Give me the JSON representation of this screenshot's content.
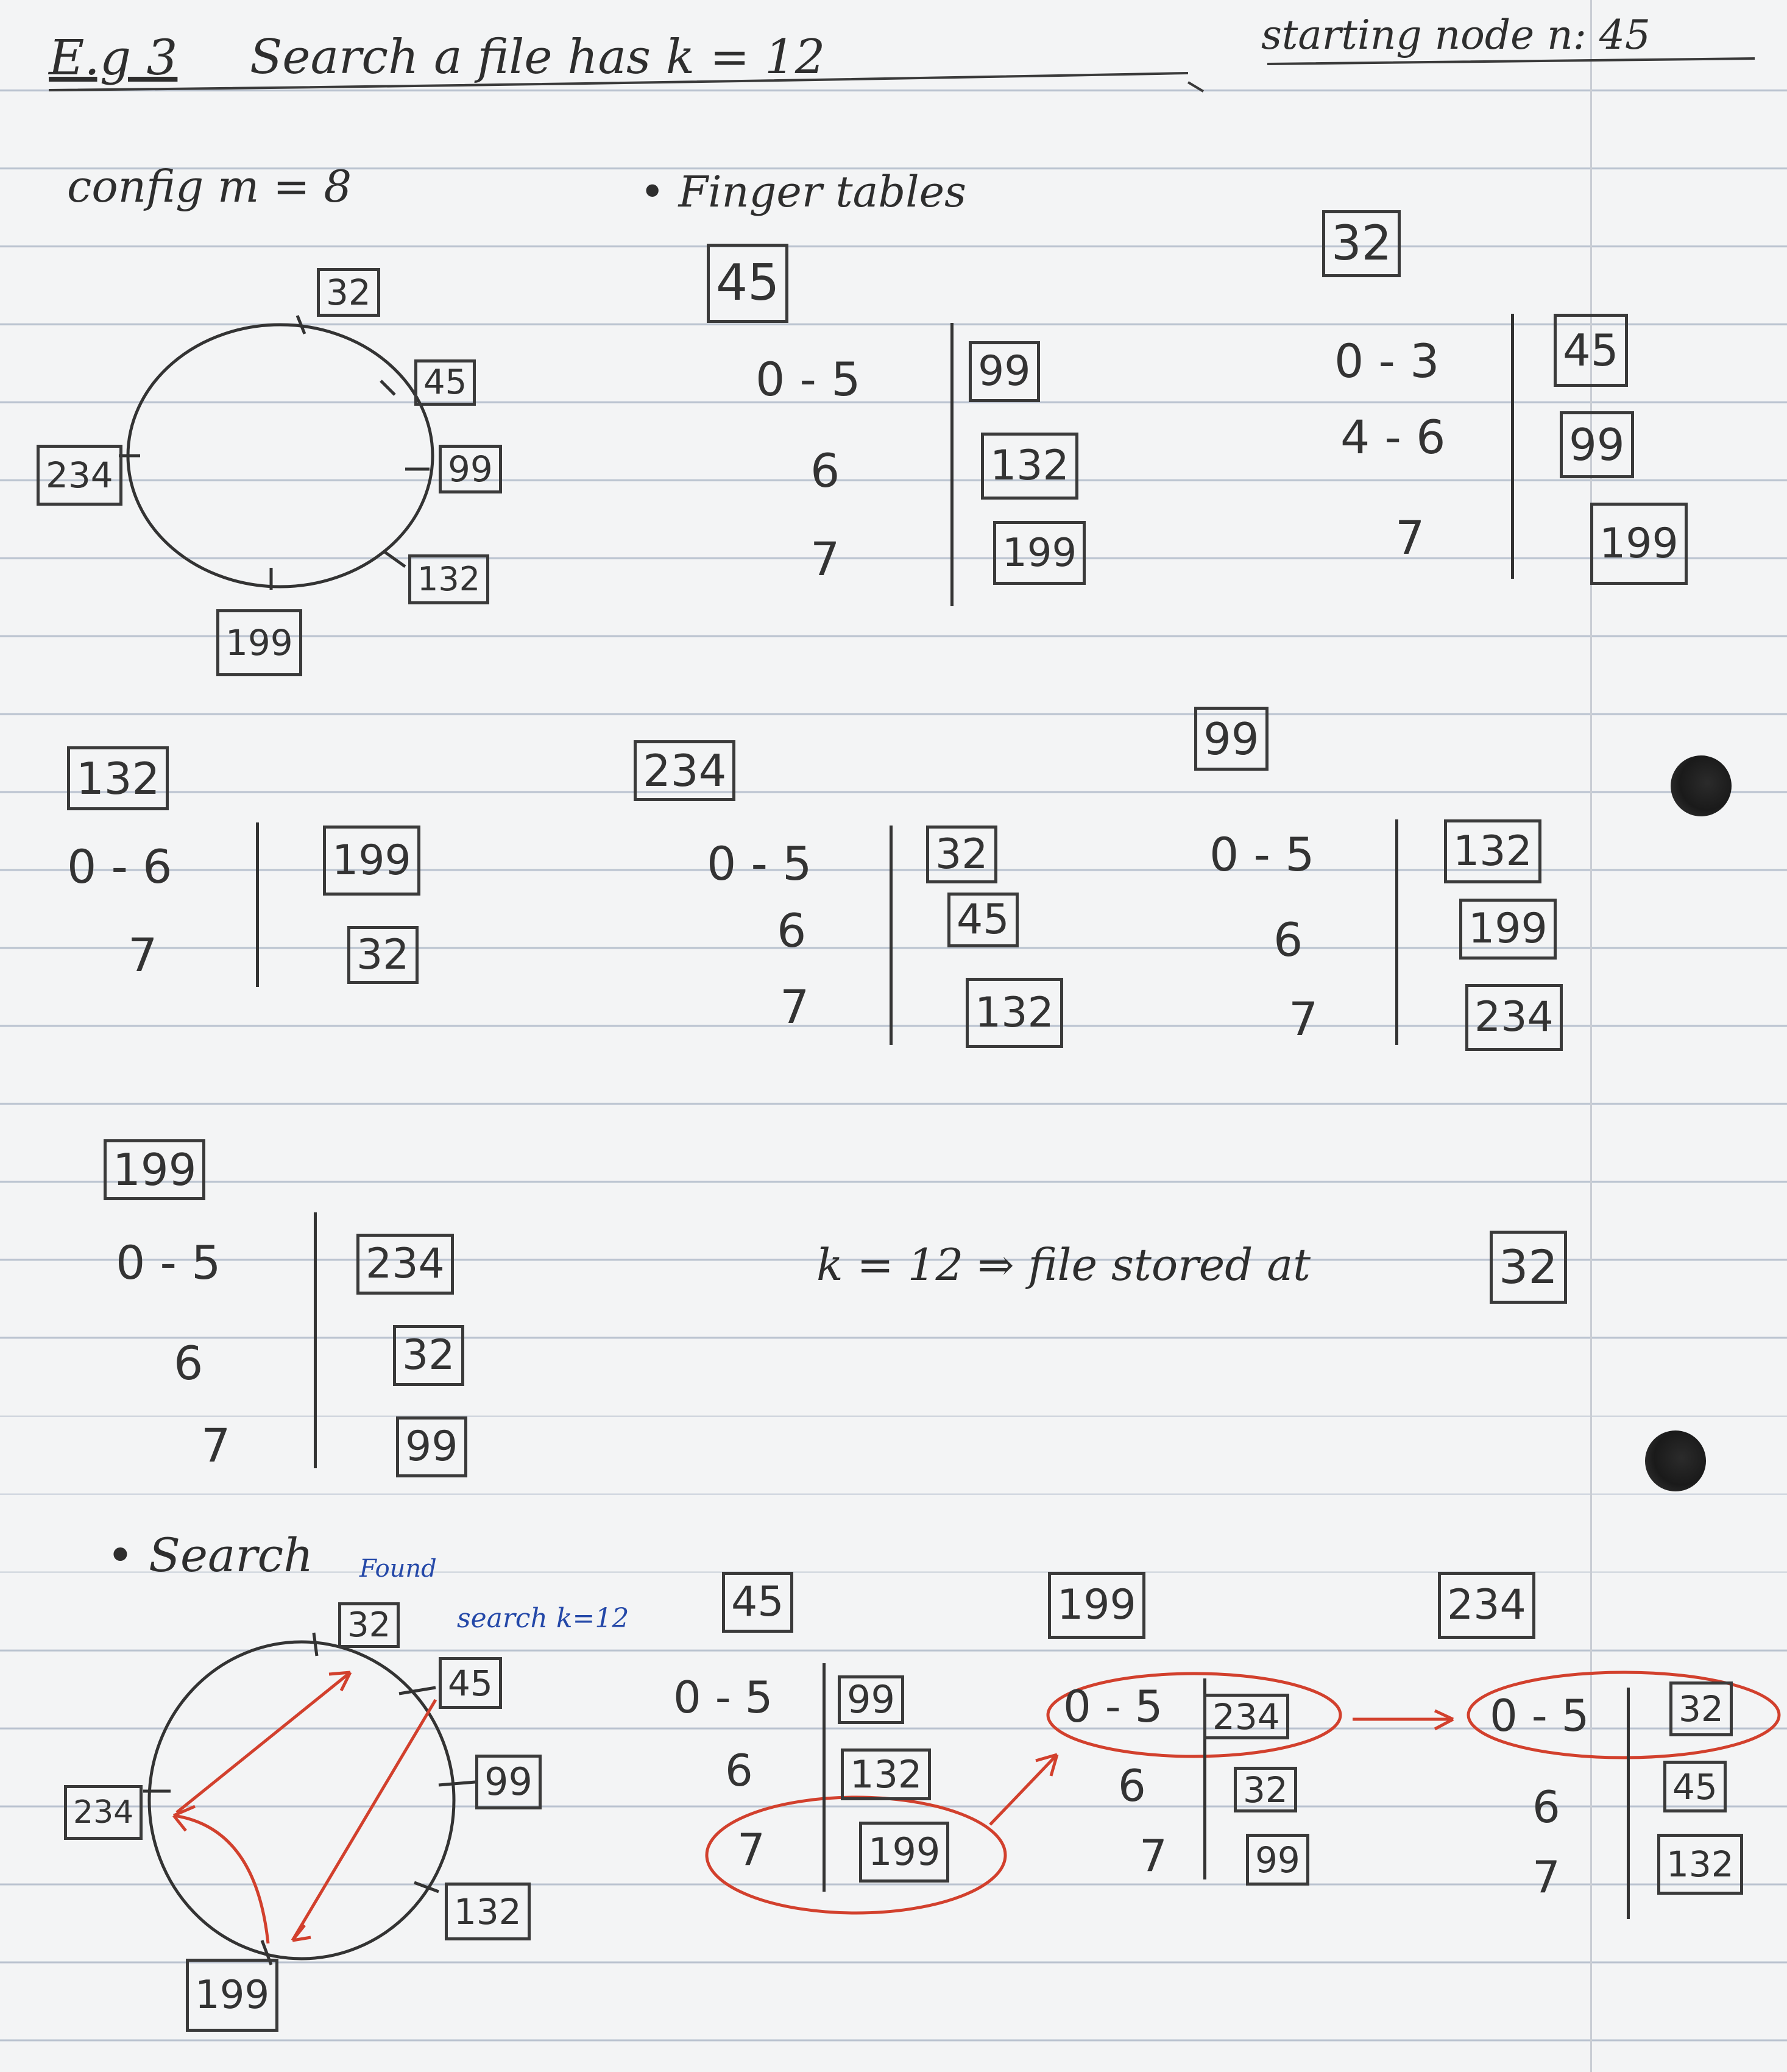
{
  "header": {
    "title": "E.g 3",
    "problem": "Search a file has k = 12",
    "start": "starting node n: 45"
  },
  "config": "config m = 8",
  "finger_tables_heading": "• Finger tables",
  "ring_top": {
    "nodes": [
      "32",
      "45",
      "99",
      "132",
      "199",
      "234"
    ]
  },
  "tables": {
    "t45": {
      "node": "45",
      "rows": [
        {
          "i": "0 - 5",
          "succ": "99"
        },
        {
          "i": "6",
          "succ": "132"
        },
        {
          "i": "7",
          "succ": "199"
        }
      ]
    },
    "t32": {
      "node": "32",
      "rows": [
        {
          "i": "0 - 3",
          "succ": "45"
        },
        {
          "i": "4 - 6",
          "succ": "99"
        },
        {
          "i": "7",
          "succ": "199"
        }
      ]
    },
    "t132": {
      "node": "132",
      "rows": [
        {
          "i": "0 - 6",
          "succ": "199"
        },
        {
          "i": "7",
          "succ": "32"
        }
      ]
    },
    "t234": {
      "node": "234",
      "rows": [
        {
          "i": "0 - 5",
          "succ": "32"
        },
        {
          "i": "6",
          "succ": "45"
        },
        {
          "i": "7",
          "succ": "132"
        }
      ]
    },
    "t99": {
      "node": "99",
      "rows": [
        {
          "i": "0 - 5",
          "succ": "132"
        },
        {
          "i": "6",
          "succ": "199"
        },
        {
          "i": "7",
          "succ": "234"
        }
      ]
    },
    "t199": {
      "node": "199",
      "rows": [
        {
          "i": "0 - 5",
          "succ": "234"
        },
        {
          "i": "6",
          "succ": "32"
        },
        {
          "i": "7",
          "succ": "99"
        }
      ]
    }
  },
  "result": {
    "text": "k = 12 ⇒ file stored at",
    "node": "32"
  },
  "search": {
    "heading": "• Search",
    "found": "Found",
    "search_k": "search k=12",
    "ring_nodes": [
      "32",
      "45",
      "99",
      "132",
      "199",
      "234"
    ],
    "tables": {
      "s45": {
        "node": "45",
        "rows": [
          {
            "i": "0 - 5",
            "succ": "99"
          },
          {
            "i": "6",
            "succ": "132"
          },
          {
            "i": "7",
            "succ": "199"
          }
        ]
      },
      "s199": {
        "node": "199",
        "rows": [
          {
            "i": "0 - 5",
            "succ": "234"
          },
          {
            "i": "6",
            "succ": "32"
          },
          {
            "i": "7",
            "succ": "99"
          }
        ]
      },
      "s234": {
        "node": "234",
        "rows": [
          {
            "i": "0 - 5",
            "succ": "32"
          },
          {
            "i": "6",
            "succ": "45"
          },
          {
            "i": "7",
            "succ": "132"
          }
        ]
      }
    }
  },
  "colors": {
    "ink": "#333333",
    "red_pen": "#d2402d",
    "blue_pen": "#2448a8",
    "paper": "#f3f4f5",
    "rule": "#b9c2cf"
  }
}
